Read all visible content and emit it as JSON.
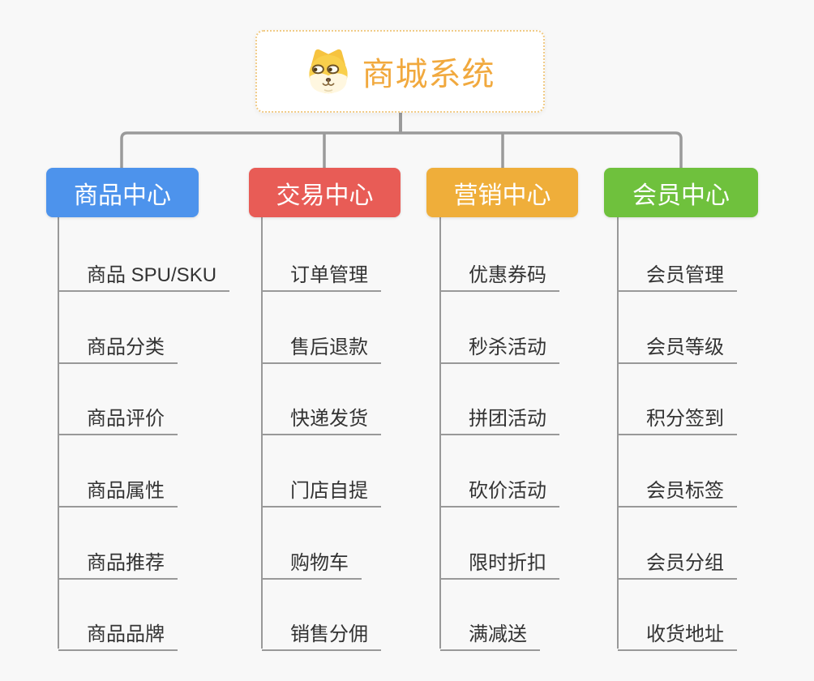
{
  "root": {
    "title": "商城系统",
    "icon": "dog-face-icon"
  },
  "branches": [
    {
      "label": "商品中心",
      "color": "#4d93ec",
      "items": [
        "商品 SPU/SKU",
        "商品分类",
        "商品评价",
        "商品属性",
        "商品推荐",
        "商品品牌"
      ]
    },
    {
      "label": "交易中心",
      "color": "#e85c56",
      "items": [
        "订单管理",
        "售后退款",
        "快递发货",
        "门店自提",
        "购物车",
        "销售分佣"
      ]
    },
    {
      "label": "营销中心",
      "color": "#efae3a",
      "items": [
        "优惠券码",
        "秒杀活动",
        "拼团活动",
        "砍价活动",
        "限时折扣",
        "满减送"
      ]
    },
    {
      "label": "会员中心",
      "color": "#6fc13d",
      "items": [
        "会员管理",
        "会员等级",
        "积分签到",
        "会员标签",
        "会员分组",
        "收货地址"
      ]
    }
  ],
  "style": {
    "background": "#f8f8f8",
    "connector_color": "#9a9a9a",
    "leaf_line_color": "#999999",
    "leaf_text_color": "#333333",
    "root_text_color": "#f1a93e",
    "root_border_color": "#f1cb87"
  }
}
